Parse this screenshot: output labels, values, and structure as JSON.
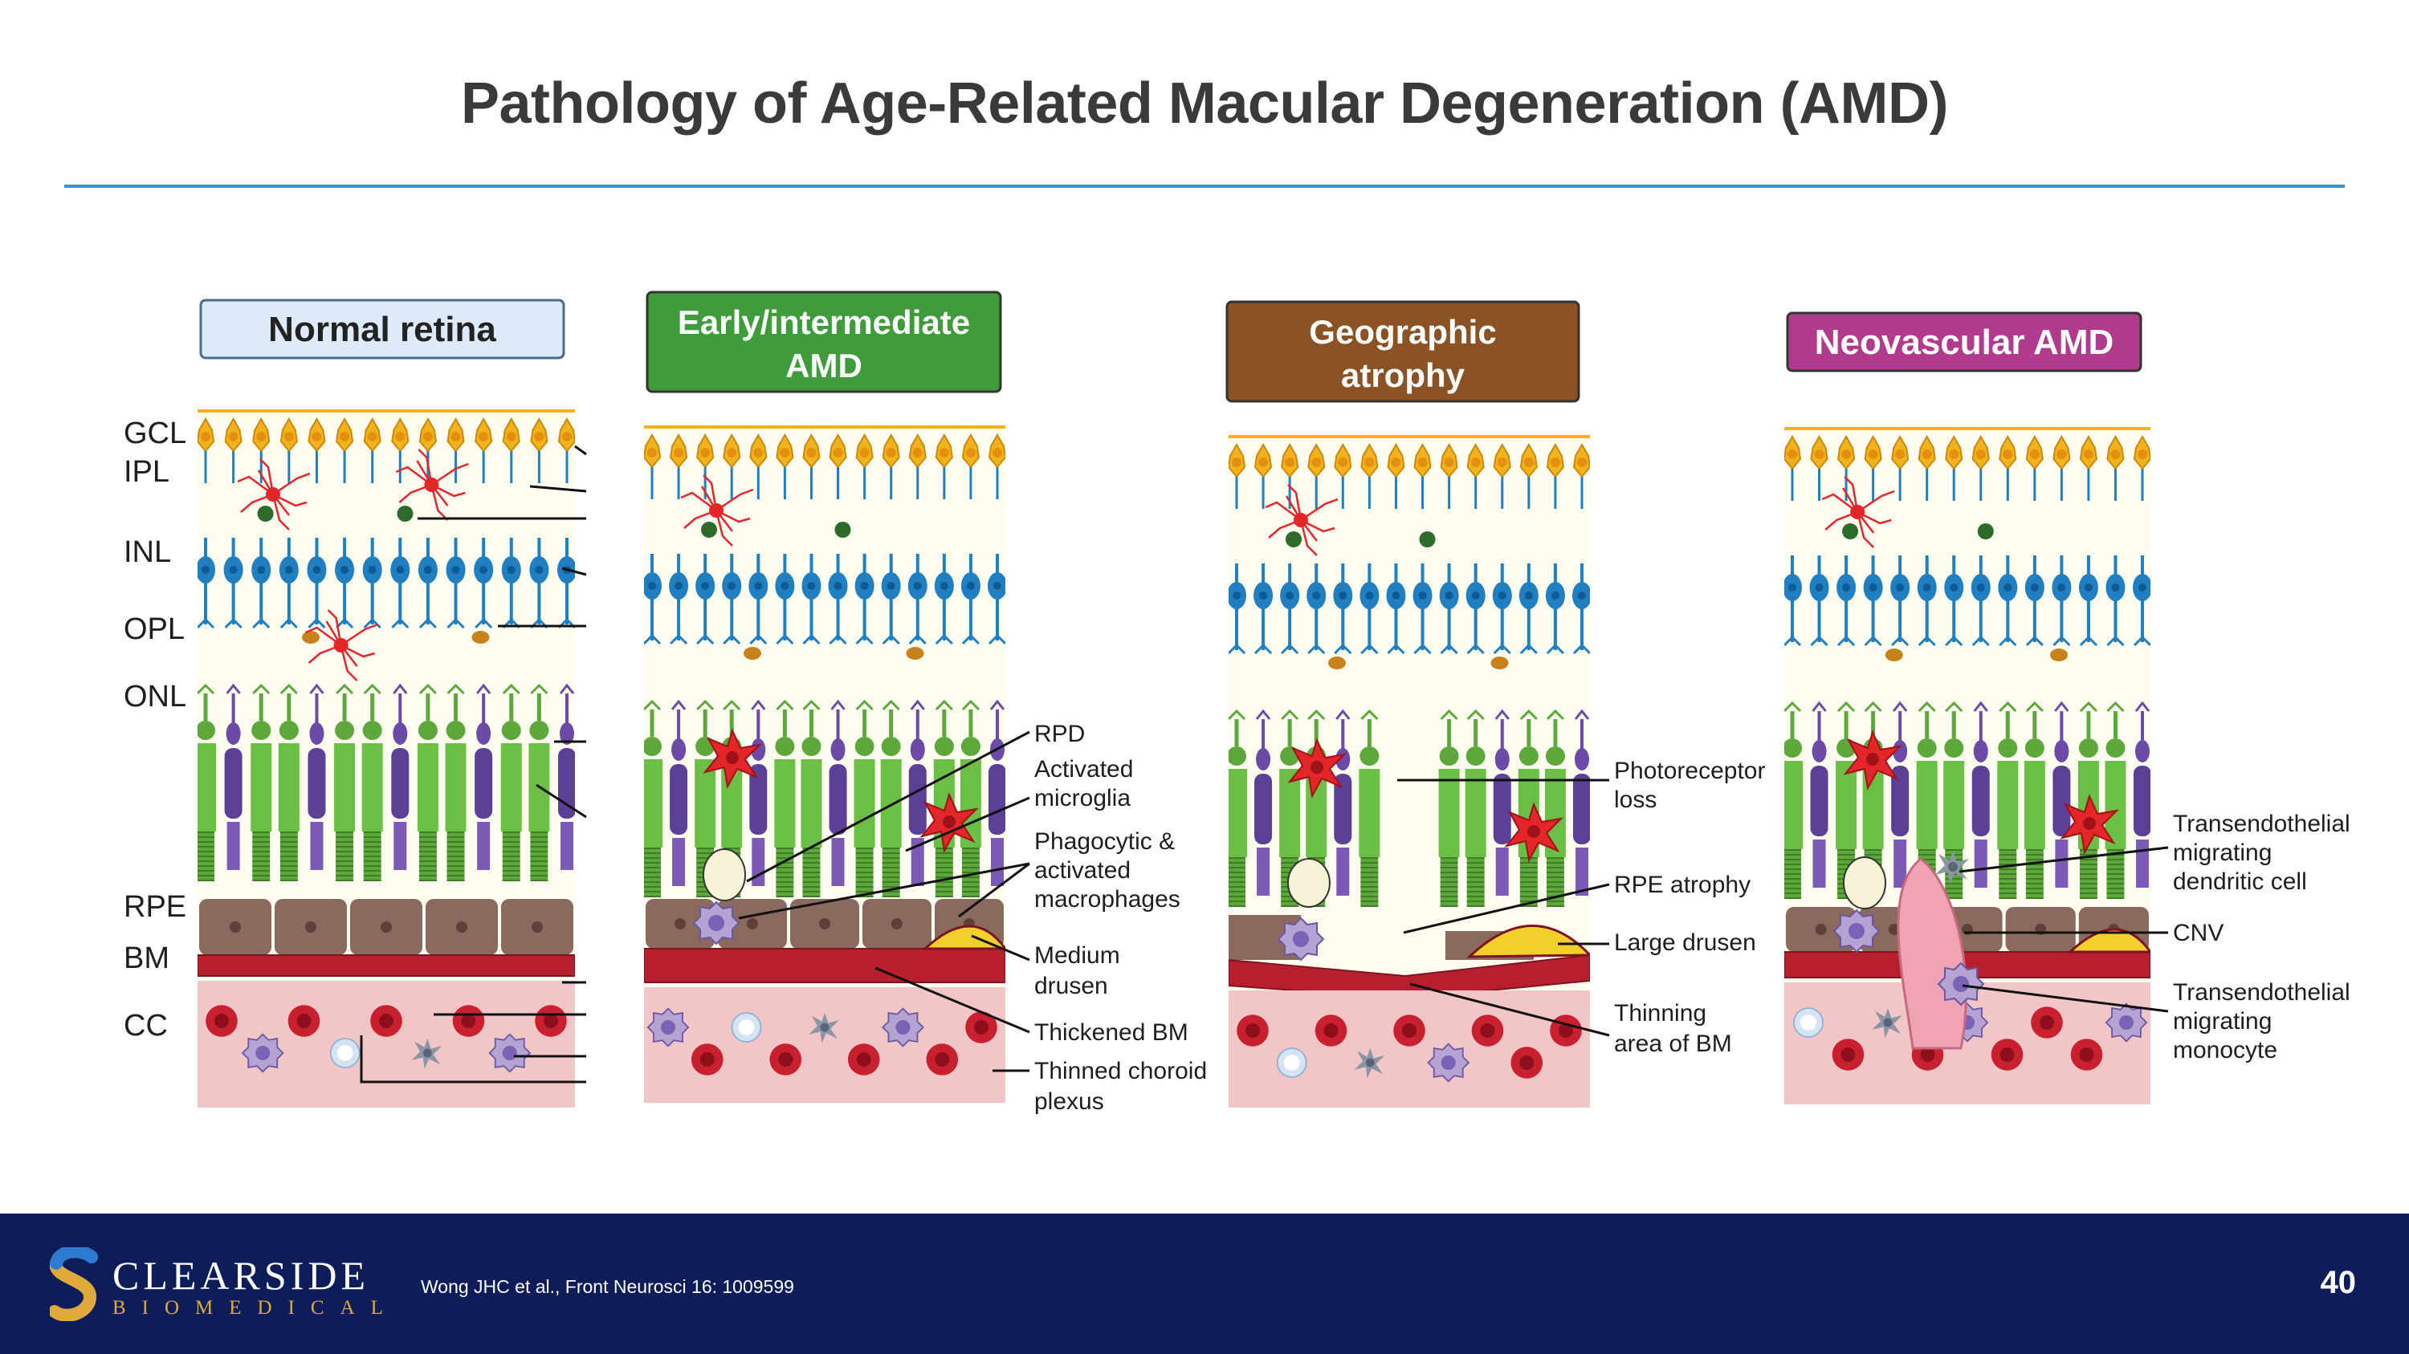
{
  "title": "Pathology of Age-Related Macular Degeneration (AMD)",
  "panels": {
    "normal": {
      "line1": "Normal retina",
      "line2": "",
      "color": "#dcebf7",
      "text_color": "#222222"
    },
    "early": {
      "line1": "Early/intermediate",
      "line2": "AMD",
      "color": "#3f9b3c",
      "text_color": "#ffffff"
    },
    "ga": {
      "line1": "Geographic",
      "line2": "atrophy",
      "color": "#8b5225",
      "text_color": "#ffffff"
    },
    "nv": {
      "line1": "Neovascular AMD",
      "line2": "",
      "color": "#b23a8c",
      "text_color": "#ffffff"
    }
  },
  "layers": {
    "gcl": "GCL",
    "ipl": "IPL",
    "inl": "INL",
    "opl": "OPL",
    "onl": "ONL",
    "rpe": "RPE",
    "bm": "BM",
    "cc": "CC"
  },
  "labels": {
    "early": {
      "rpd": "RPD",
      "microglia_1": "Activated",
      "microglia_2": "microglia",
      "macro_1": "Phagocytic &",
      "macro_2": "activated",
      "macro_3": "macrophages",
      "drusen_1": "Medium",
      "drusen_2": "drusen",
      "bm": "Thickened BM",
      "choroid_1": "Thinned choroid",
      "choroid_2": "plexus"
    },
    "ga": {
      "pr_1": "Photoreceptor",
      "pr_2": "loss",
      "rpe": "RPE atrophy",
      "drusen": "Large drusen",
      "bm_1": "Thinning",
      "bm_2": "area of BM"
    },
    "nv": {
      "dc_1": "Transendothelial",
      "dc_2": "migrating",
      "dc_3": "dendritic cell",
      "cnv": "CNV",
      "mono_1": "Transendothelial",
      "mono_2": "migrating",
      "mono_3": "monocyte"
    }
  },
  "footer": {
    "logo_word": "CLEARSIDE",
    "logo_sub": "BIOMEDICAL",
    "citation": "Wong JHC et al., Front Neurosci 16: 1009599",
    "page": "40"
  },
  "colors": {
    "ganglion": "#f2b21b",
    "bipolar": "#1f7fc0",
    "rod": "#6b4aa8",
    "cone": "#5ca83a",
    "microglia": "#e2262a",
    "rpe": "#8a6a5e",
    "bm": "#b81f2e",
    "choroid": "#f2c5c7",
    "rbc": "#c9202f",
    "drusen": "#f2cf2a",
    "accent_rule": "#3d8fd0",
    "footer_bg": "#0c1d5a"
  }
}
